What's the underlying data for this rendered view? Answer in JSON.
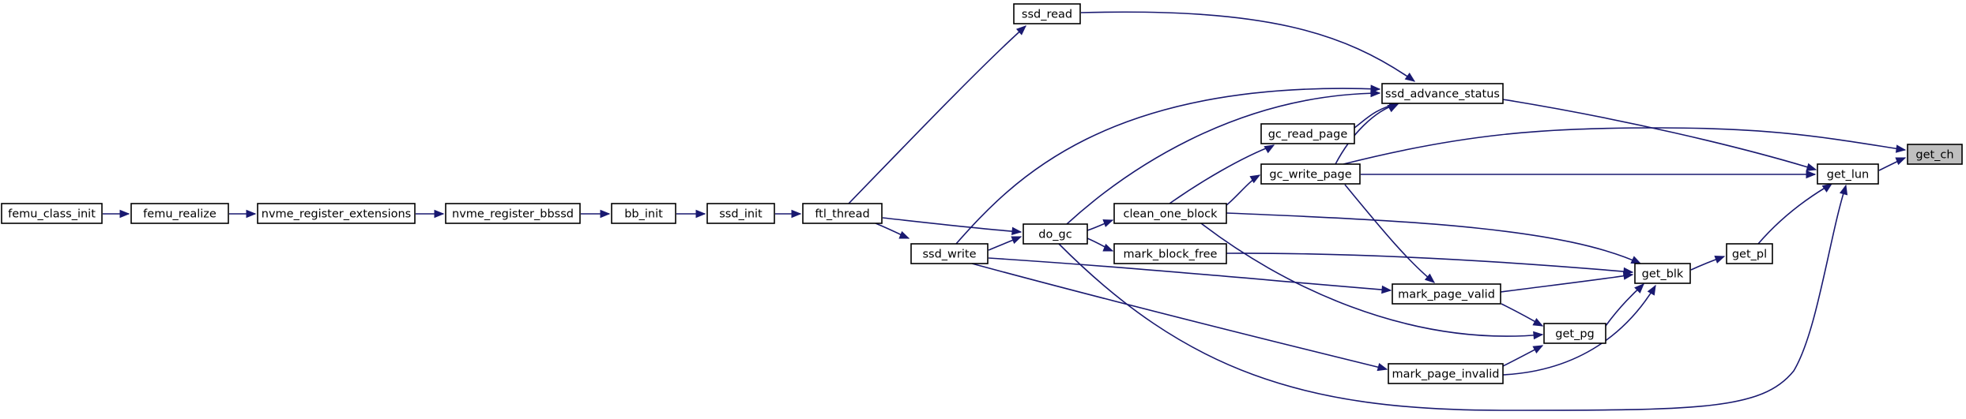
{
  "diagram": {
    "type": "call-graph",
    "nodes": [
      {
        "id": "femu_class_init",
        "label": "femu_class_init"
      },
      {
        "id": "femu_realize",
        "label": "femu_realize"
      },
      {
        "id": "nvme_register_extensions",
        "label": "nvme_register_extensions"
      },
      {
        "id": "nvme_register_bbssd",
        "label": "nvme_register_bbssd"
      },
      {
        "id": "bb_init",
        "label": "bb_init"
      },
      {
        "id": "ssd_init",
        "label": "ssd_init"
      },
      {
        "id": "ftl_thread",
        "label": "ftl_thread"
      },
      {
        "id": "ssd_read",
        "label": "ssd_read"
      },
      {
        "id": "ssd_write",
        "label": "ssd_write"
      },
      {
        "id": "do_gc",
        "label": "do_gc"
      },
      {
        "id": "ssd_advance_status",
        "label": "ssd_advance_status"
      },
      {
        "id": "gc_read_page",
        "label": "gc_read_page"
      },
      {
        "id": "gc_write_page",
        "label": "gc_write_page"
      },
      {
        "id": "clean_one_block",
        "label": "clean_one_block"
      },
      {
        "id": "mark_block_free",
        "label": "mark_block_free"
      },
      {
        "id": "mark_page_valid",
        "label": "mark_page_valid"
      },
      {
        "id": "mark_page_invalid",
        "label": "mark_page_invalid"
      },
      {
        "id": "get_pg",
        "label": "get_pg"
      },
      {
        "id": "get_blk",
        "label": "get_blk"
      },
      {
        "id": "get_pl",
        "label": "get_pl"
      },
      {
        "id": "get_lun",
        "label": "get_lun"
      },
      {
        "id": "get_ch",
        "label": "get_ch",
        "highlighted": true
      }
    ],
    "edges": [
      {
        "from": "femu_realize",
        "to": "femu_class_init"
      },
      {
        "from": "nvme_register_extensions",
        "to": "femu_realize"
      },
      {
        "from": "nvme_register_bbssd",
        "to": "nvme_register_extensions"
      },
      {
        "from": "bb_init",
        "to": "nvme_register_bbssd"
      },
      {
        "from": "ssd_init",
        "to": "bb_init"
      },
      {
        "from": "ftl_thread",
        "to": "ssd_init"
      },
      {
        "from": "ssd_read",
        "to": "ftl_thread"
      },
      {
        "from": "ssd_write",
        "to": "ftl_thread"
      },
      {
        "from": "do_gc",
        "to": "ftl_thread"
      },
      {
        "from": "do_gc",
        "to": "ssd_write"
      },
      {
        "from": "ssd_advance_status",
        "to": "ssd_read"
      },
      {
        "from": "ssd_advance_status",
        "to": "ssd_write"
      },
      {
        "from": "ssd_advance_status",
        "to": "do_gc"
      },
      {
        "from": "ssd_advance_status",
        "to": "gc_read_page"
      },
      {
        "from": "ssd_advance_status",
        "to": "gc_write_page"
      },
      {
        "from": "gc_read_page",
        "to": "clean_one_block"
      },
      {
        "from": "gc_write_page",
        "to": "clean_one_block"
      },
      {
        "from": "clean_one_block",
        "to": "do_gc"
      },
      {
        "from": "mark_block_free",
        "to": "do_gc"
      },
      {
        "from": "mark_page_valid",
        "to": "ssd_write"
      },
      {
        "from": "mark_page_valid",
        "to": "gc_write_page"
      },
      {
        "from": "mark_page_invalid",
        "to": "ssd_write"
      },
      {
        "from": "get_pg",
        "to": "mark_page_valid"
      },
      {
        "from": "get_pg",
        "to": "mark_page_invalid"
      },
      {
        "from": "get_pg",
        "to": "clean_one_block"
      },
      {
        "from": "get_blk",
        "to": "clean_one_block"
      },
      {
        "from": "get_blk",
        "to": "mark_block_free"
      },
      {
        "from": "get_blk",
        "to": "mark_page_valid"
      },
      {
        "from": "get_blk",
        "to": "get_pg"
      },
      {
        "from": "get_blk",
        "to": "mark_page_invalid"
      },
      {
        "from": "get_pl",
        "to": "get_blk"
      },
      {
        "from": "get_lun",
        "to": "ssd_advance_status"
      },
      {
        "from": "get_lun",
        "to": "gc_write_page"
      },
      {
        "from": "get_lun",
        "to": "get_pl"
      },
      {
        "from": "get_lun",
        "to": "do_gc"
      },
      {
        "from": "get_ch",
        "to": "get_lun"
      },
      {
        "from": "get_ch",
        "to": "gc_write_page"
      }
    ]
  }
}
